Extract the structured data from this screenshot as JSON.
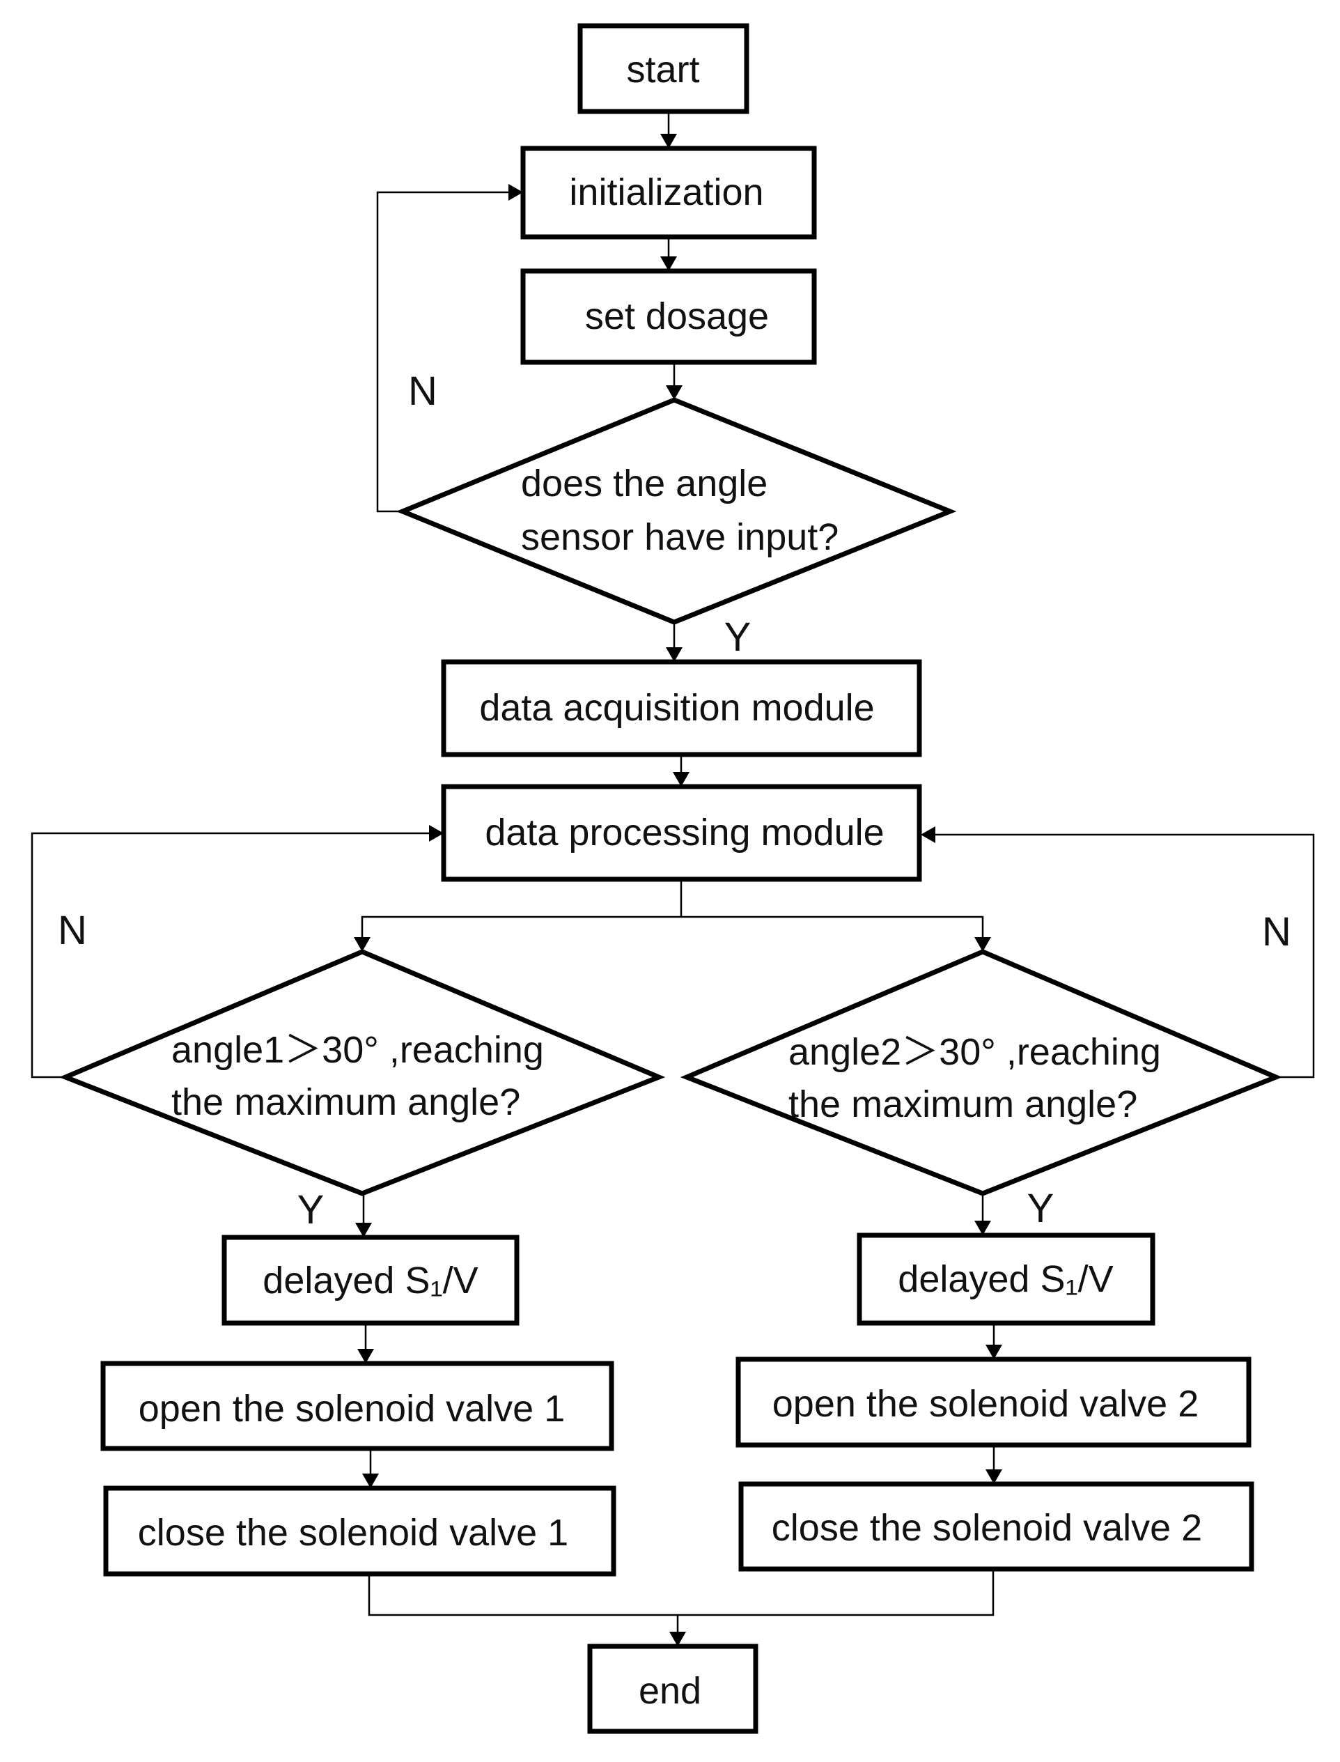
{
  "nodes": {
    "start": "start",
    "initialization": "initialization",
    "set_dosage": "set dosage",
    "decision_sensor": [
      "does the angle",
      "sensor have input?"
    ],
    "data_acquisition": "data acquisition  module",
    "data_processing": "data processing  module",
    "decision_angle1": [
      "angle1＞30° ,reaching",
      "the maximum angle?"
    ],
    "decision_angle2": [
      "angle2＞30° ,reaching",
      "the maximum angle?"
    ],
    "delayed_left": "delayed S₁/V",
    "delayed_right": "delayed S₁/V",
    "open_valve_1": "open the solenoid valve 1",
    "close_valve_1": "close the solenoid valve 1",
    "open_valve_2": "open the solenoid valve 2",
    "close_valve_2": "close the solenoid valve 2",
    "end": "end"
  },
  "branch_labels": {
    "sensor_no": "N",
    "sensor_yes": "Y",
    "angle1_no": "N",
    "angle1_yes": "Y",
    "angle2_no": "N",
    "angle2_yes": "Y"
  },
  "colors": {
    "stroke": "#000000",
    "fill": "#ffffff",
    "text": "#111111"
  }
}
